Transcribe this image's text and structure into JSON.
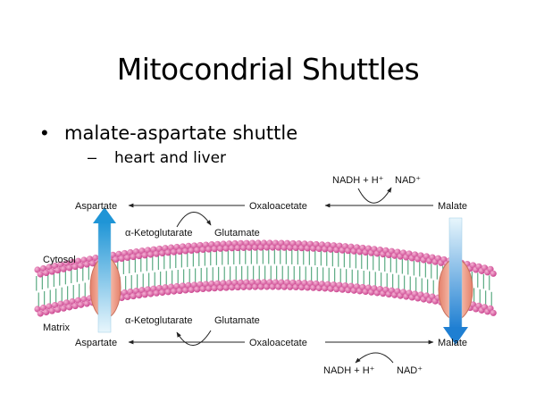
{
  "title": "Mitocondrial Shuttles",
  "bullets": [
    {
      "text": "malate-aspartate shuttle"
    },
    {
      "text": "heart and liver"
    }
  ],
  "diagram": {
    "cytosol_label": "Cytosol",
    "matrix_label": "Matrix",
    "top": {
      "aspartate": "Aspartate",
      "oxaloacetate": "Oxaloacetate",
      "malate": "Malate",
      "ketoglutarate": "α-Ketoglutarate",
      "glutamate": "Glutamate",
      "nadh": "NADH + H⁺",
      "nad": "NAD⁺"
    },
    "bottom": {
      "aspartate": "Aspartate",
      "oxaloacetate": "Oxaloacetate",
      "malate": "Malate",
      "ketoglutarate": "α-Ketoglutarate",
      "glutamate": "Glutamate",
      "nadh": "NADH + H⁺",
      "nad": "NAD⁺"
    },
    "colors": {
      "lipid_head": "#d94f9a",
      "lipid_tail": "#3a9a6a",
      "transporter": "#f2a38c",
      "arrow_up": "#2a9ad8",
      "arrow_down": "#2a7fd0"
    }
  }
}
